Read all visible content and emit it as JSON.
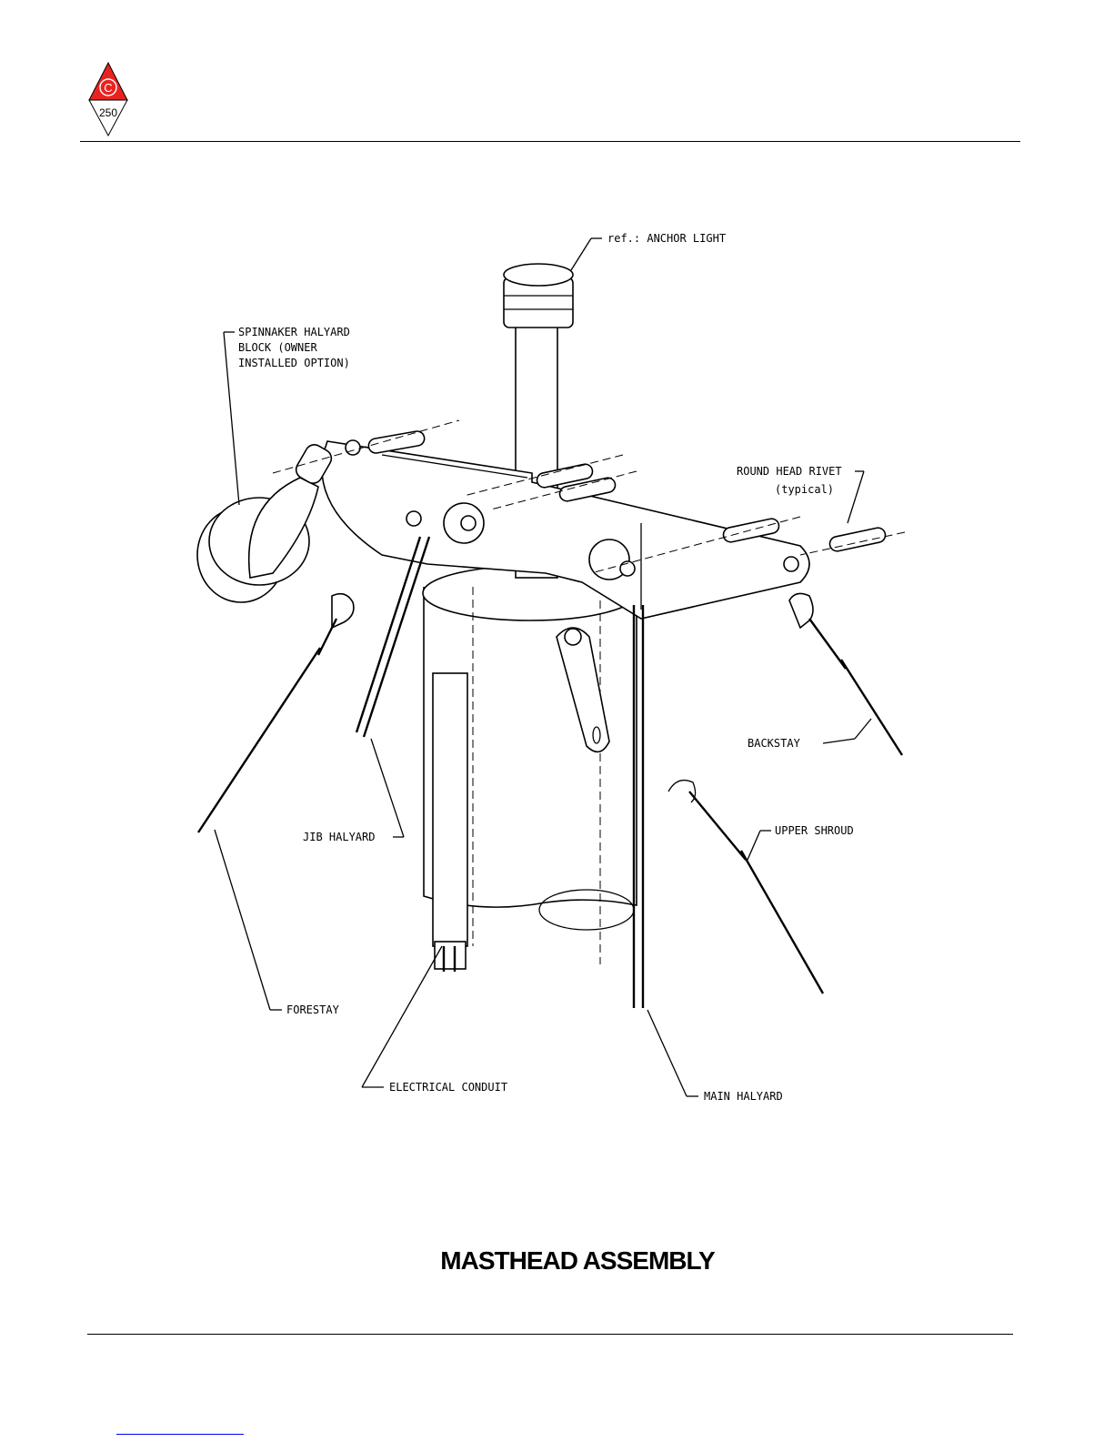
{
  "header": {
    "logo": {
      "letter": "C",
      "number": "250",
      "colors": {
        "top": "#e8231f",
        "bottom": "#ffffff"
      }
    }
  },
  "diagram": {
    "labels": {
      "anchor_light": "ref.: ANCHOR LIGHT",
      "spinnaker_line1": "SPINNAKER HALYARD",
      "spinnaker_line2": "BLOCK (OWNER",
      "spinnaker_line3": "INSTALLED OPTION)",
      "rivet_line1": "ROUND HEAD RIVET",
      "rivet_line2": "(typical)",
      "backstay": "BACKSTAY",
      "jib_halyard": "JIB HALYARD",
      "upper_shroud": "UPPER SHROUD",
      "forestay": "FORESTAY",
      "electrical_conduit": "ELECTRICAL CONDUIT",
      "main_halyard": "MAIN HALYARD"
    }
  },
  "caption": {
    "title": "MASTHEAD ASSEMBLY"
  }
}
